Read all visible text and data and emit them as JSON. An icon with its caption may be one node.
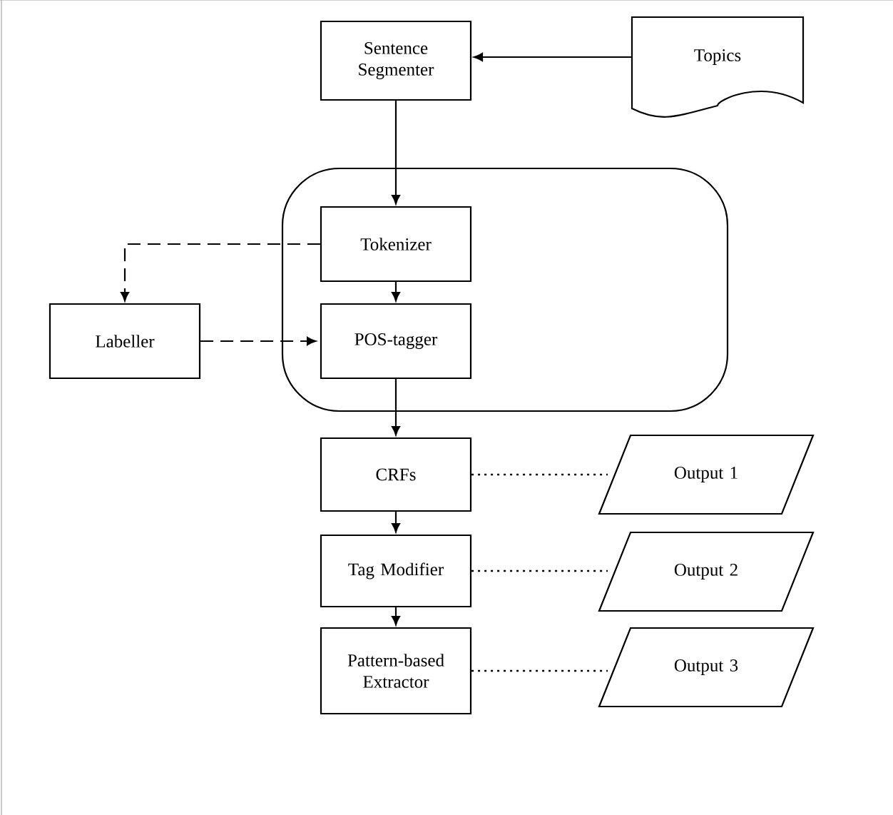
{
  "diagram": {
    "nodes": [
      {
        "text": [
          "Sentence Segmenter"
        ]
      },
      {
        "text": [
          "Topics"
        ]
      },
      {
        "text": [],
        "shape": "box"
      },
      {
        "text": [
          "Tokenizer"
        ],
        "in": 2
      },
      {
        "text": [
          "POS-tagger"
        ],
        "in": 2
      },
      {
        "text": [
          "Labeller"
        ]
      },
      {
        "text": [
          "CRFs"
        ]
      },
      {
        "text": [
          "Tag Modifier"
        ]
      },
      {
        "text": [
          "Pattern-based Extractor"
        ]
      },
      {
        "text": [
          "Output 1"
        ]
      },
      {
        "text": [
          "Output 2"
        ]
      },
      {
        "text": [
          "Output 3"
        ]
      }
    ],
    "edges": [
      {
        "from": 1,
        "to": 0,
        "arrow": "to"
      },
      {
        "from": 0,
        "to": 3,
        "arrow": "to"
      },
      {
        "from": 3,
        "to": 4,
        "arrow": "to"
      },
      {
        "from": 3,
        "to": 5,
        "arrow": "to",
        "style": "dashed"
      },
      {
        "from": 5,
        "to": 4,
        "arrow": "to",
        "style": "dashed"
      },
      {
        "from": 4,
        "to": 6,
        "arrow": "to"
      },
      {
        "from": 6,
        "to": 7,
        "arrow": "to"
      },
      {
        "from": 7,
        "to": 8,
        "arrow": "to"
      },
      {
        "from": 6,
        "to": 9,
        "arrow": "none",
        "style": "dashed"
      },
      {
        "from": 7,
        "to": 10,
        "arrow": "none",
        "style": "dashed"
      },
      {
        "from": 8,
        "to": 11,
        "arrow": "none",
        "style": "dashed"
      }
    ]
  }
}
